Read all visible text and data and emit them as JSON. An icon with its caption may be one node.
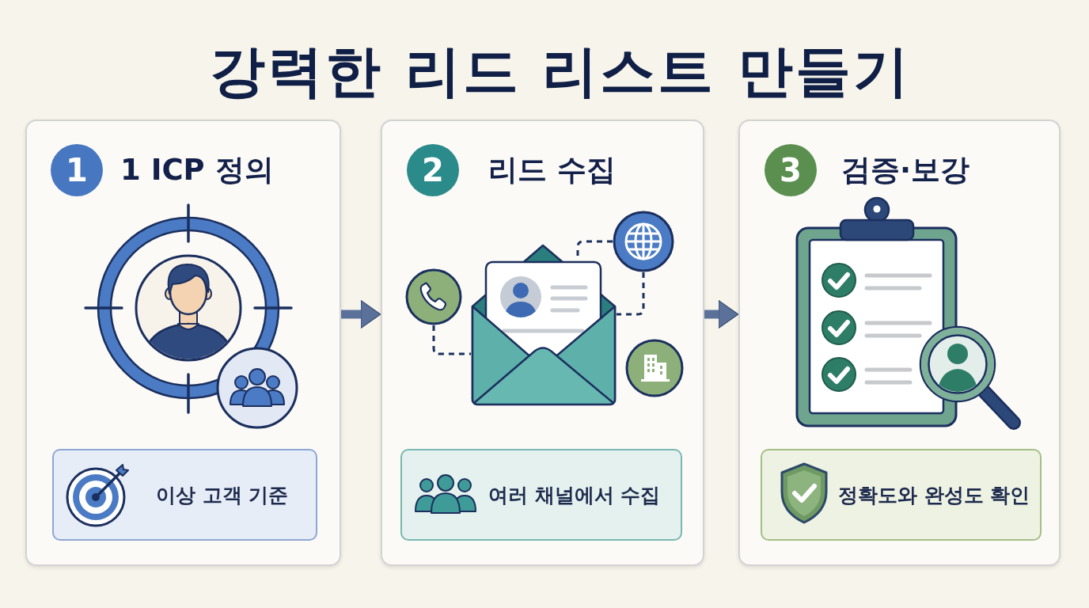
{
  "diagram": {
    "title": "강력한 리드 리스트 만들기",
    "nodes": [
      {
        "text": [
          "1 ICP 정의"
        ]
      },
      {
        "text": [
          "1"
        ],
        "in": 0
      },
      {
        "text": [
          "이상 고객 기준"
        ],
        "in": 0
      },
      {
        "text": [
          "리드 수집"
        ]
      },
      {
        "text": [
          "2"
        ],
        "in": 3
      },
      {
        "text": [],
        "shape": "circle",
        "in": 3
      },
      {
        "text": [],
        "shape": "picture",
        "in": 3
      },
      {
        "text": [],
        "shape": "circle",
        "in": 3
      },
      {
        "text": [
          "여러 채널에서 수집"
        ],
        "in": 3
      },
      {
        "text": [
          "검증·보강"
        ]
      },
      {
        "text": [
          "3"
        ],
        "in": 9
      },
      {
        "text": [
          "정확도와 완성도 확인"
        ],
        "in": 9
      }
    ],
    "edges": [
      {
        "from": 0,
        "to": 3,
        "arrow": "to"
      },
      {
        "from": 3,
        "to": 9,
        "arrow": "to"
      },
      {
        "from": 5,
        "to": 6,
        "arrow": "none",
        "style": "dashed"
      },
      {
        "from": 7,
        "to": 6,
        "arrow": "none",
        "style": "dashed"
      },
      {
        "from": 7,
        "to": 6,
        "arrow": "none",
        "style": "dashed"
      }
    ]
  }
}
